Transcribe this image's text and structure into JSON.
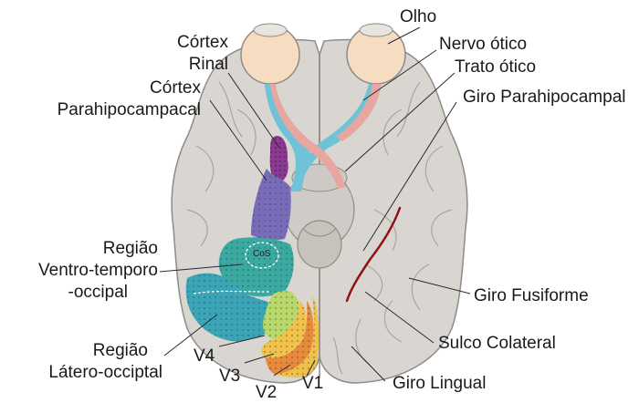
{
  "labels": {
    "olho": "Olho",
    "nervo_otico": "Nervo ótico",
    "trato_otico": "Trato ótico",
    "giro_parahipocampal": "Giro Parahipocampal",
    "cortex_rinal_1": "Córtex",
    "cortex_rinal_2": "Rinal",
    "cortex_parahip_1": "Córtex",
    "cortex_parahip_2": "Parahipocampacal",
    "regiao_vto_1": "Região",
    "regiao_vto_2": "Ventro-temporo",
    "regiao_vto_3": "-occipal",
    "regiao_lo_1": "Região",
    "regiao_lo_2": "Látero-occiptal",
    "v4": "V4",
    "v3": "V3",
    "v2": "V2",
    "v1": "V1",
    "giro_fusiforme": "Giro Fusiforme",
    "sulco_colateral": "Sulco Colateral",
    "giro_lingual": "Giro Lingual",
    "cos": "CoS"
  },
  "colors": {
    "brain": "#d9d6d2",
    "brain_shadow": "#b9b5b0",
    "sulcus": "#9c9893",
    "optic_nerve": "#6fc3d9",
    "optic_tract": "#e8a6a0",
    "eye": "#f6dcc0",
    "rhinal": "#8a3b8f",
    "parahippocampal": "#7a6bb8",
    "ventral_temporal": "#3aa9a0",
    "lateral_occipital": "#3ba4b5",
    "v4": "#b9d86a",
    "v3": "#f2c24a",
    "v2": "#e98a3a",
    "v1": "#f0c04a",
    "collateral_sulcus": "#8e1414"
  }
}
